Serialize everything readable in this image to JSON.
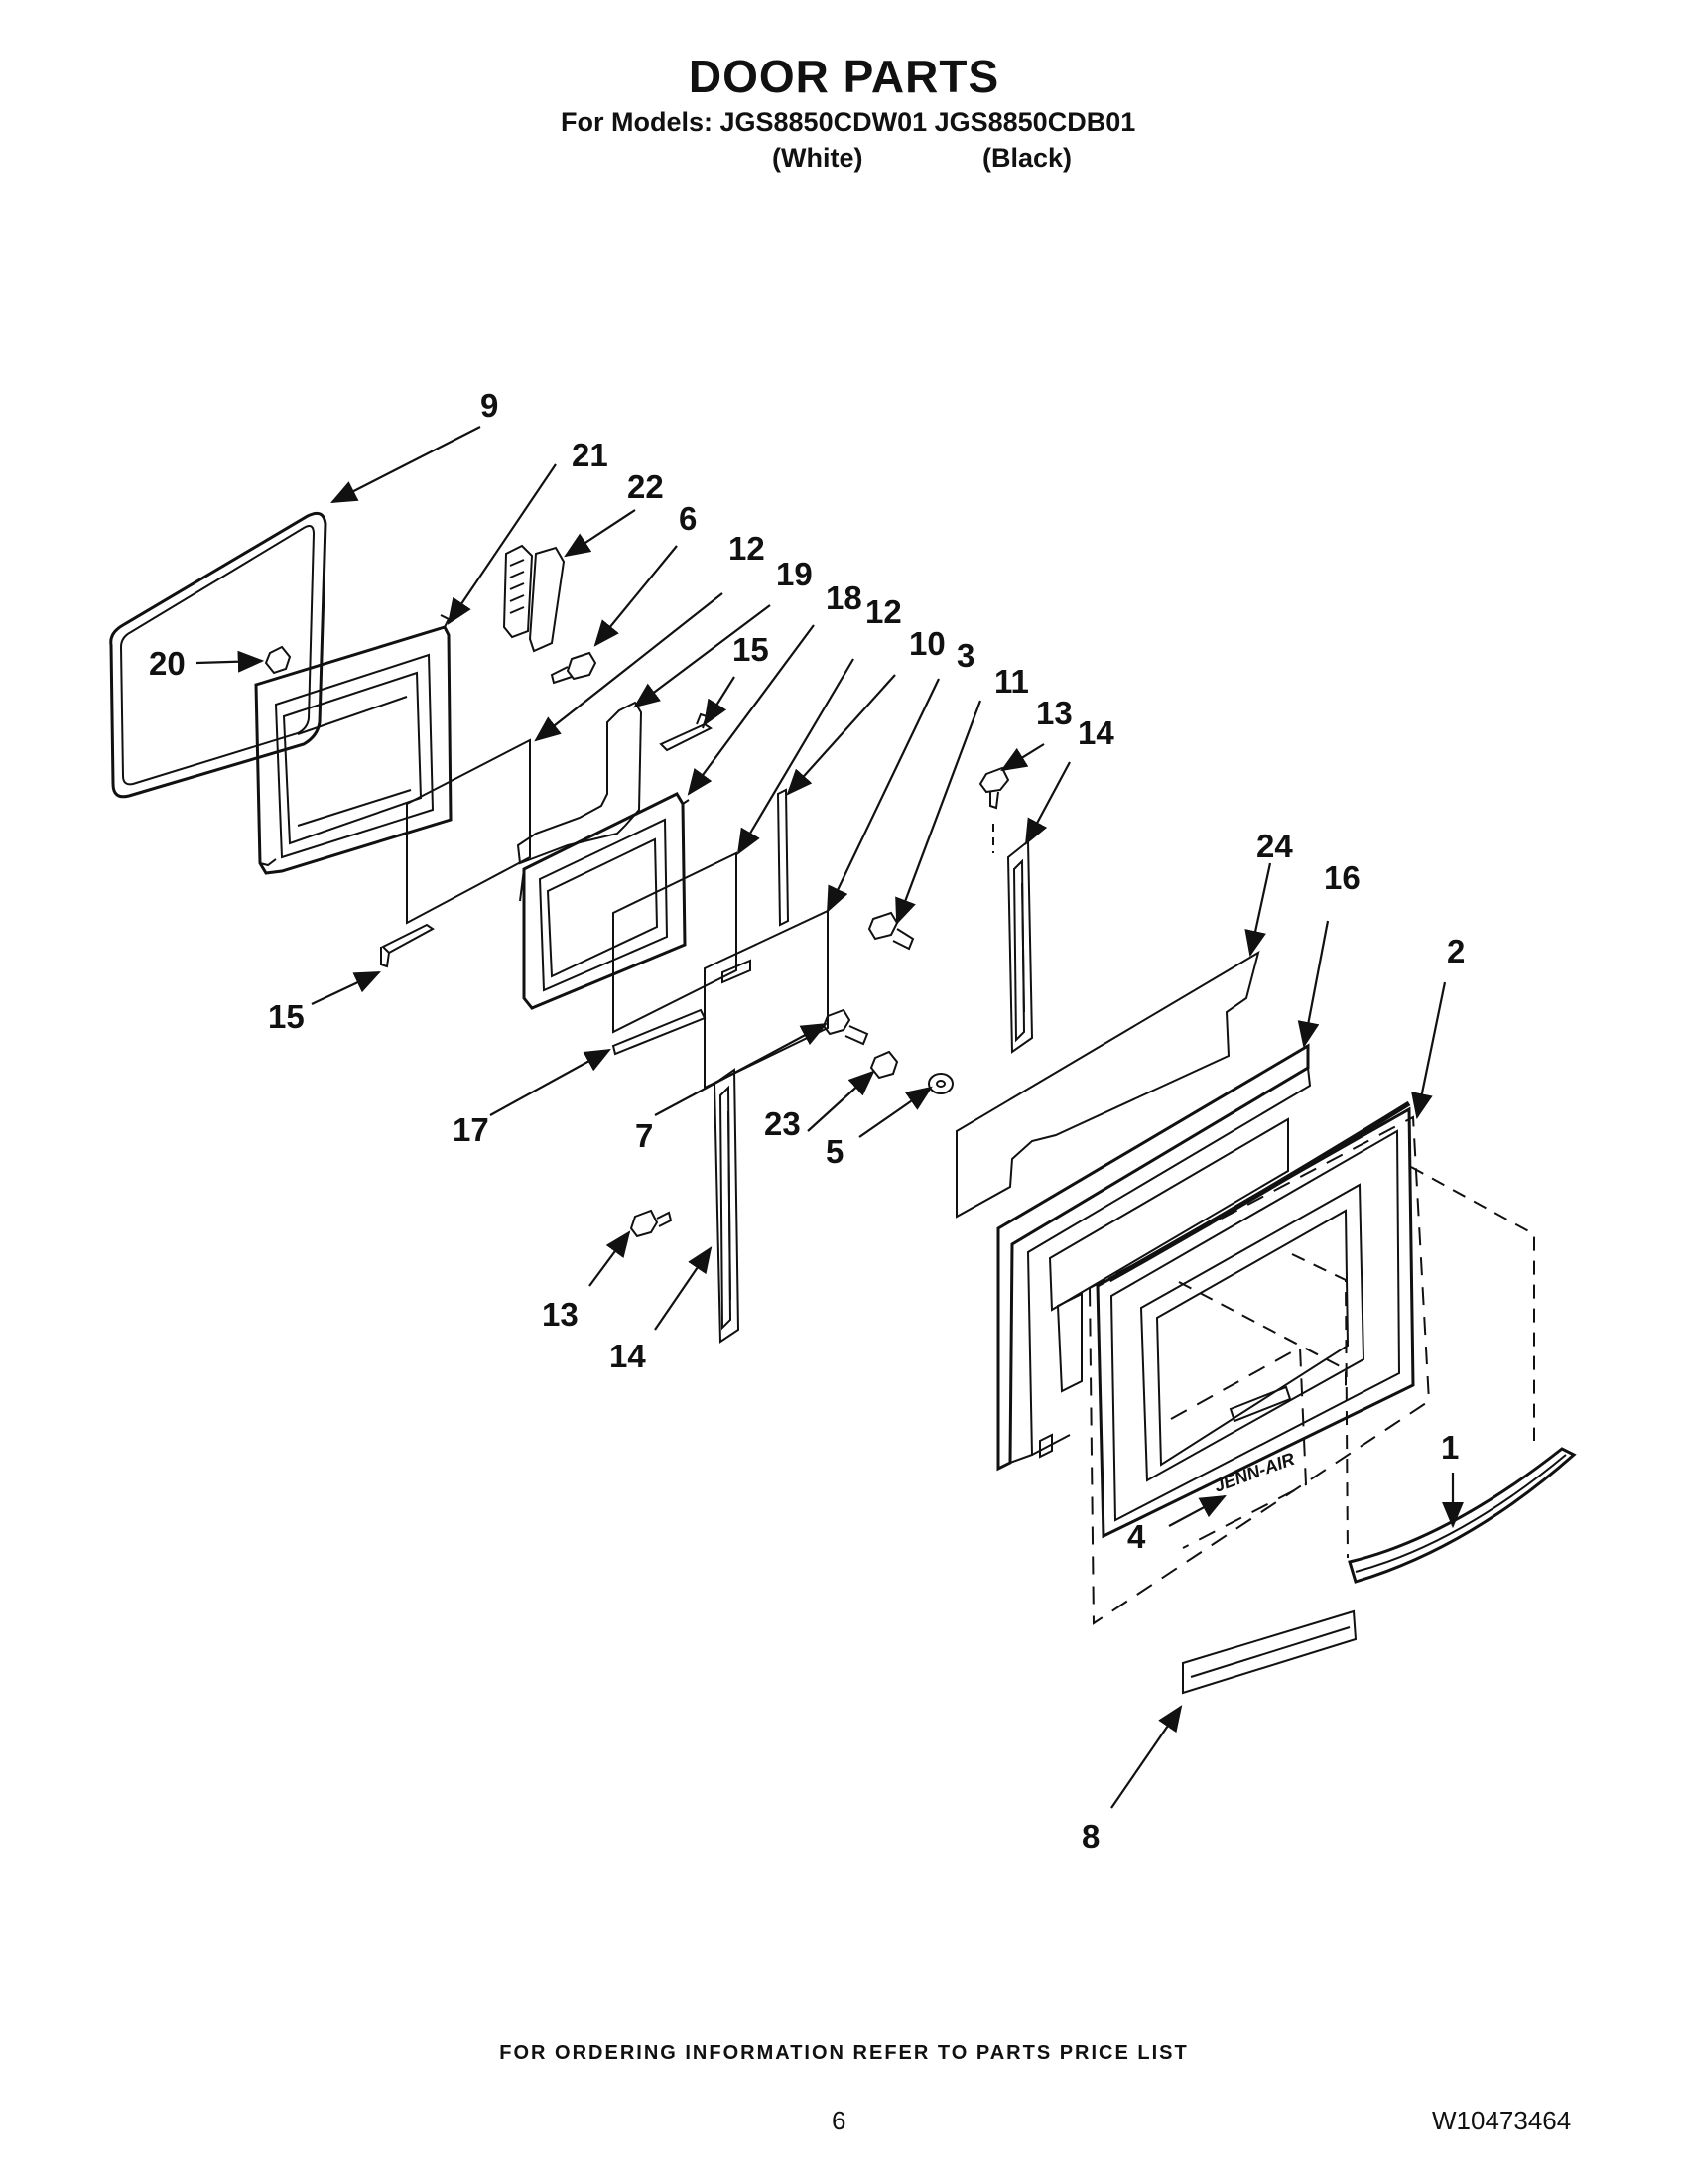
{
  "header": {
    "title": "DOOR PARTS",
    "subtitle": "For Models: JGS8850CDW01 JGS8850CDB01",
    "variants": [
      "(White)",
      "(Black)"
    ]
  },
  "callouts": [
    "9",
    "21",
    "22",
    "6",
    "12",
    "19",
    "18",
    "12",
    "10",
    "3",
    "11",
    "15",
    "20",
    "13",
    "14",
    "24",
    "16",
    "2",
    "15",
    "17",
    "7",
    "23",
    "5",
    "13",
    "14",
    "1",
    "4",
    "8"
  ],
  "brand_mark": "JENN-AIR",
  "footer": {
    "note": "FOR ORDERING INFORMATION REFER TO PARTS PRICE LIST",
    "page_number": "6",
    "document_number": "W10473464"
  }
}
